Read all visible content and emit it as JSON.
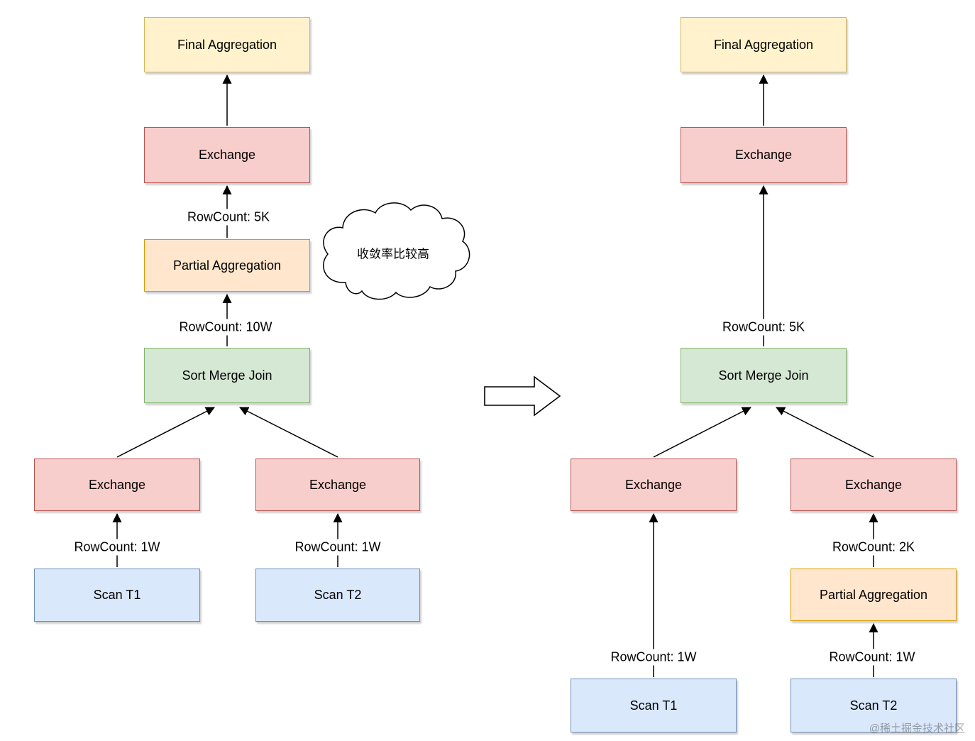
{
  "left_plan": {
    "nodes": {
      "final_aggregation": "Final Aggregation",
      "exchange_top": "Exchange",
      "partial_aggregation": "Partial Aggregation",
      "sort_merge_join": "Sort Merge Join",
      "exchange_left": "Exchange",
      "exchange_right": "Exchange",
      "scan_t1": "Scan T1",
      "scan_t2": "Scan T2"
    },
    "edge_labels": {
      "partial_agg_to_exchange": "RowCount: 5K",
      "join_to_partial_agg": "RowCount: 10W",
      "scan_t1_to_exchange": "RowCount: 1W",
      "scan_t2_to_exchange": "RowCount: 1W"
    },
    "cloud_annotation": "收敛率比较高"
  },
  "right_plan": {
    "nodes": {
      "final_aggregation": "Final Aggregation",
      "exchange_top": "Exchange",
      "sort_merge_join": "Sort Merge Join",
      "exchange_left": "Exchange",
      "exchange_right": "Exchange",
      "partial_aggregation": "Partial Aggregation",
      "scan_t1": "Scan T1",
      "scan_t2": "Scan T2"
    },
    "edge_labels": {
      "join_to_exchange": "RowCount: 5K",
      "partial_agg_to_exchange": "RowCount: 2K",
      "scan_t1_to_exchange": "RowCount: 1W",
      "scan_t2_to_partial_agg": "RowCount: 1W"
    }
  },
  "watermark": "@稀土掘金技术社区",
  "colors": {
    "final_aggregation": {
      "fill": "#fff2cc",
      "border": "#d6b656"
    },
    "exchange": {
      "fill": "#f8cecc",
      "border": "#b85450"
    },
    "partial_aggregation": {
      "fill": "#ffe6cc",
      "border": "#d79b00"
    },
    "sort_merge_join": {
      "fill": "#d5e8d4",
      "border": "#82b366"
    },
    "scan": {
      "fill": "#dae8fc",
      "border": "#6c8ebf"
    }
  }
}
